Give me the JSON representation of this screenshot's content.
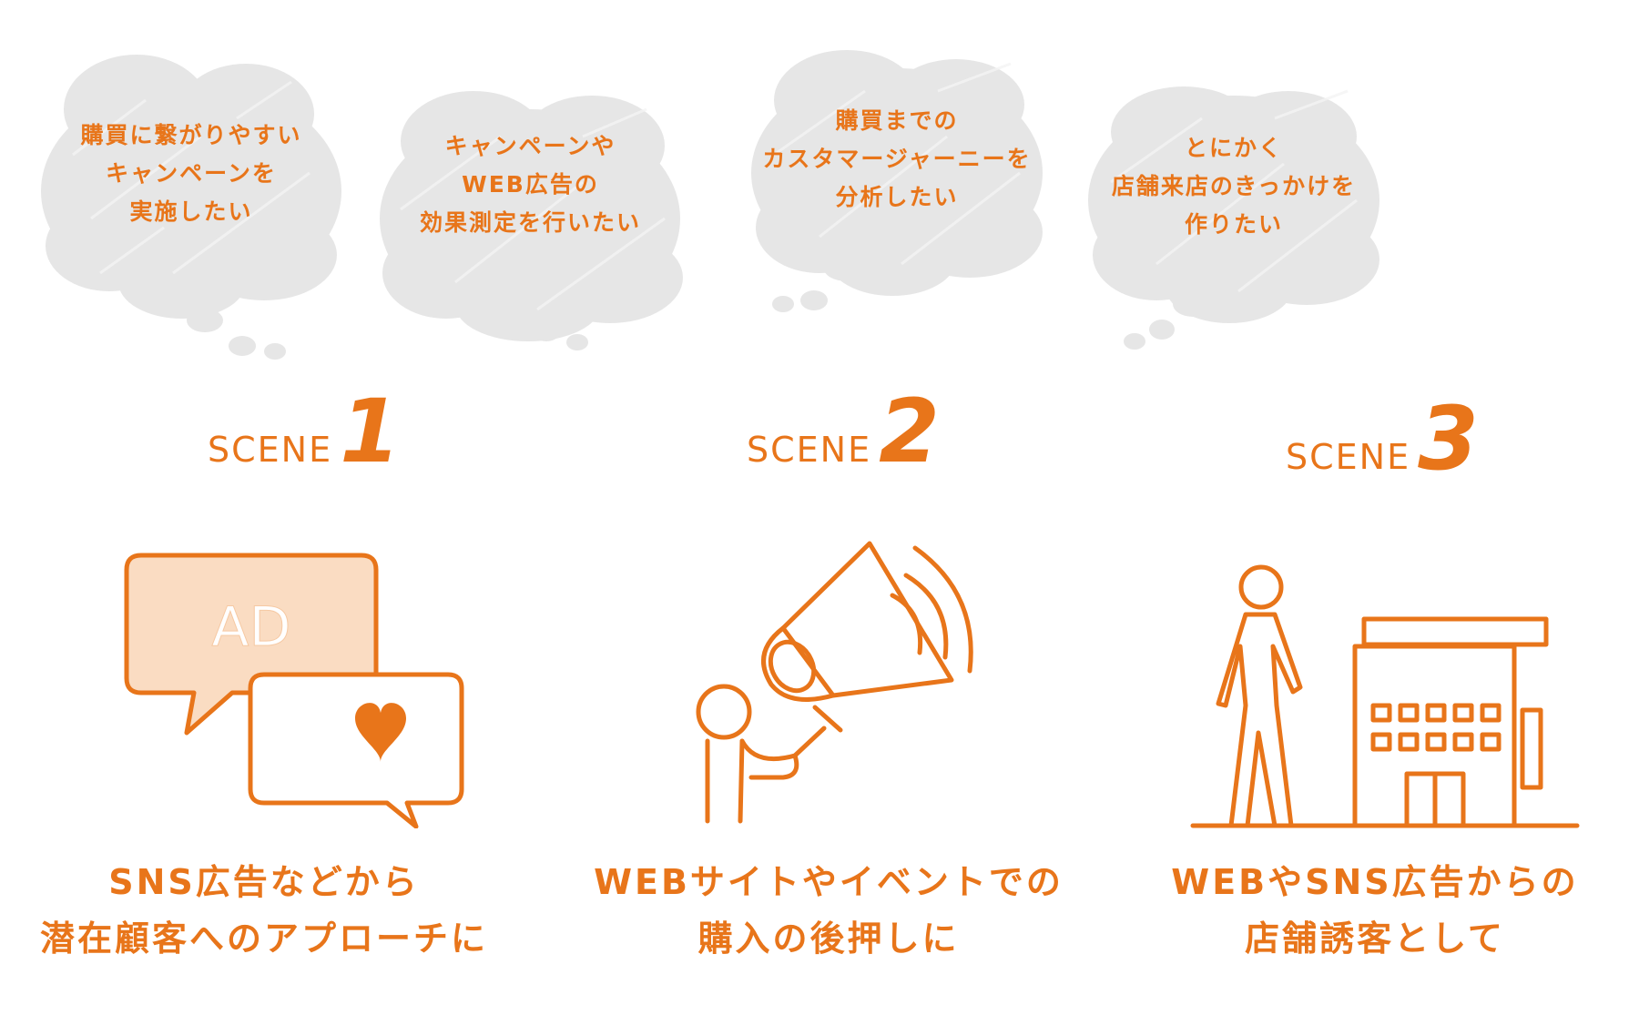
{
  "colors": {
    "accent": "#e8751a",
    "accent_light": "#fadcc2",
    "cloud": "#e6e6e6",
    "cloud_stroke": "#f6f6f6"
  },
  "bubbles": [
    {
      "lines": [
        "購買に繋がりやすい",
        "キャンペーンを",
        "実施したい"
      ]
    },
    {
      "lines": [
        "キャンペーンや",
        "WEB広告の",
        "効果測定を行いたい"
      ]
    },
    {
      "lines": [
        "購買までの",
        "カスタマージャーニーを",
        "分析したい"
      ]
    },
    {
      "lines": [
        "とにかく",
        "店舗来店のきっかけを",
        "作りたい"
      ]
    }
  ],
  "scenes": [
    {
      "word": "SCENE",
      "number": "1",
      "icon": "ad-chat-icon",
      "ad_text": "AD",
      "caption": [
        "SNS広告などから",
        "潜在顧客へのアプローチに"
      ]
    },
    {
      "word": "SCENE",
      "number": "2",
      "icon": "megaphone-person-icon",
      "caption": [
        "WEBサイトやイベントでの",
        "購入の後押しに"
      ]
    },
    {
      "word": "SCENE",
      "number": "3",
      "icon": "person-store-icon",
      "caption": [
        "WEBやSNS広告からの",
        "店舗誘客として"
      ]
    }
  ]
}
